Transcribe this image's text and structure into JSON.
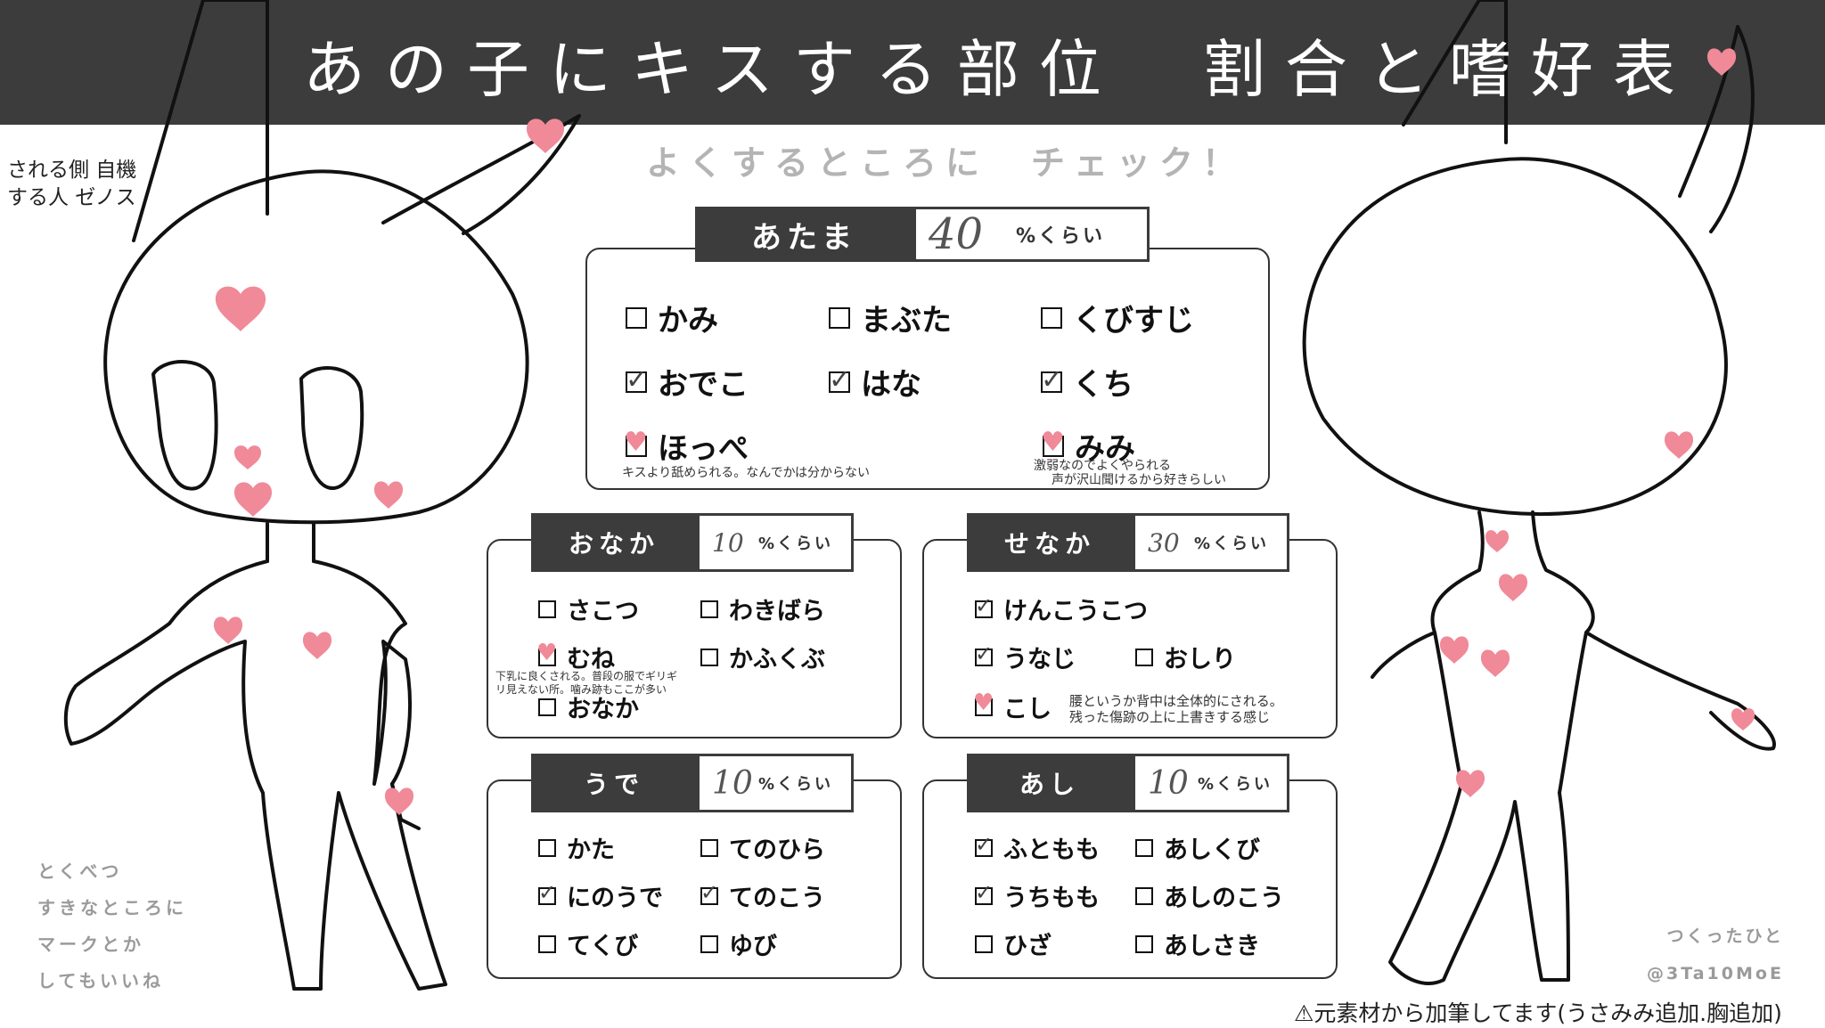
{
  "header": {
    "title": "あの子にキスする部位　割合と嗜好表",
    "subtitle": "よくするところに　チェック！"
  },
  "characters": {
    "receiver": "される側 自機",
    "giver": "する人 ゼノス"
  },
  "side_note": [
    "とくべつ",
    "すきなところに",
    "マークとか",
    "してもいいね"
  ],
  "creator": {
    "label": "つくったひと",
    "handle": "@3Ta10MoE"
  },
  "warning": "⚠元素材から加筆してます(うさみみ追加.胸追加)",
  "colors": {
    "banner": "#3c3c3c",
    "heart": "#f08a98",
    "check": "#444444"
  },
  "percent_unit": "%くらい",
  "sections": {
    "atama": {
      "label": "あたま",
      "percent": "40",
      "items": [
        {
          "label": "かみ",
          "mark": "none"
        },
        {
          "label": "まぶた",
          "mark": "none"
        },
        {
          "label": "くびすじ",
          "mark": "none"
        },
        {
          "label": "おでこ",
          "mark": "check"
        },
        {
          "label": "はな",
          "mark": "check"
        },
        {
          "label": "くち",
          "mark": "check"
        },
        {
          "label": "ほっぺ",
          "mark": "heart"
        },
        {
          "label": "みみ",
          "mark": "heart"
        }
      ],
      "notes": [
        "キスより舐められる。なんでかは分からない",
        "激弱なのでよくやられる",
        "声が沢山聞けるから好きらしい"
      ]
    },
    "onaka": {
      "label": "おなか",
      "percent": "10",
      "items": [
        {
          "label": "さこつ",
          "mark": "none"
        },
        {
          "label": "わきばら",
          "mark": "none"
        },
        {
          "label": "むね",
          "mark": "heart"
        },
        {
          "label": "かふくぶ",
          "mark": "none"
        },
        {
          "label": "おなか",
          "mark": "none"
        }
      ],
      "notes": [
        "下乳に良くされる。普段の服でギリギ",
        "リ見えない所。噛み跡もここが多い"
      ]
    },
    "senaka": {
      "label": "せなか",
      "percent": "30",
      "items": [
        {
          "label": "けんこうこつ",
          "mark": "check"
        },
        {
          "label": "うなじ",
          "mark": "check"
        },
        {
          "label": "おしり",
          "mark": "none"
        },
        {
          "label": "こし",
          "mark": "heart"
        }
      ],
      "notes": [
        "腰というか背中は全体的にされる。",
        "残った傷跡の上に上書きする感じ"
      ]
    },
    "ude": {
      "label": "うで",
      "percent": "10",
      "items": [
        {
          "label": "かた",
          "mark": "none"
        },
        {
          "label": "てのひら",
          "mark": "none"
        },
        {
          "label": "にのうで",
          "mark": "check"
        },
        {
          "label": "てのこう",
          "mark": "check"
        },
        {
          "label": "てくび",
          "mark": "none"
        },
        {
          "label": "ゆび",
          "mark": "none"
        }
      ]
    },
    "ashi": {
      "label": "あし",
      "percent": "10",
      "items": [
        {
          "label": "ふともも",
          "mark": "check"
        },
        {
          "label": "あしくび",
          "mark": "none"
        },
        {
          "label": "うちもも",
          "mark": "check"
        },
        {
          "label": "あしのこう",
          "mark": "none"
        },
        {
          "label": "ひざ",
          "mark": "none"
        },
        {
          "label": "あしさき",
          "mark": "none"
        }
      ]
    }
  }
}
